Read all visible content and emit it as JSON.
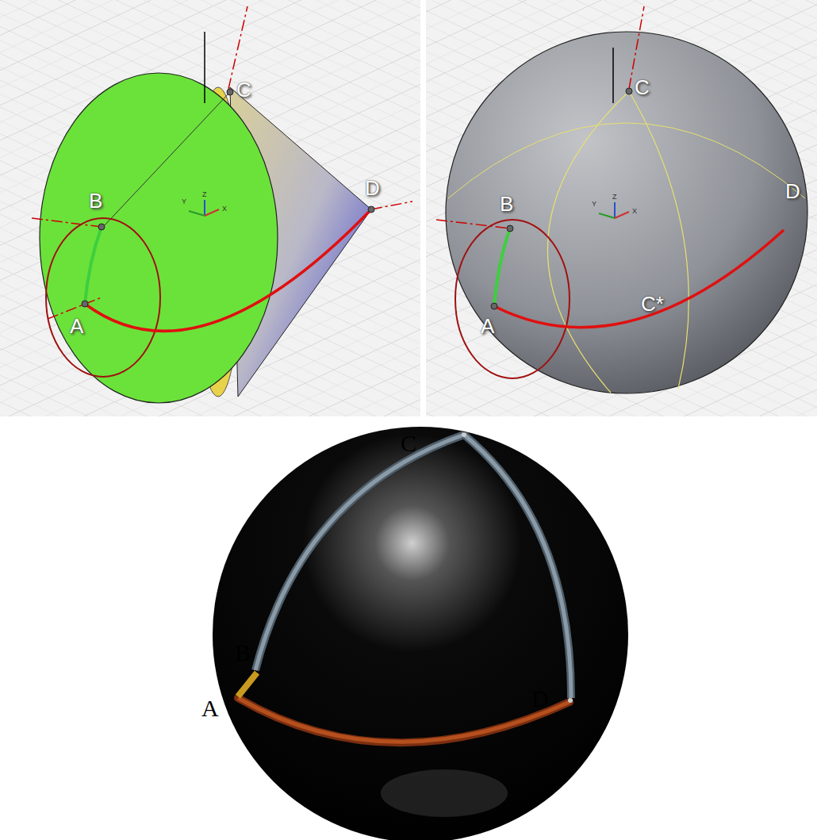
{
  "diagram": {
    "labels": [
      "B",
      "C",
      "D",
      "A",
      "Y",
      "Z",
      "X",
      "C",
      "B",
      "D",
      "C*",
      "A",
      "Y",
      "Z",
      "X",
      "C",
      "B",
      "A",
      "D"
    ]
  }
}
